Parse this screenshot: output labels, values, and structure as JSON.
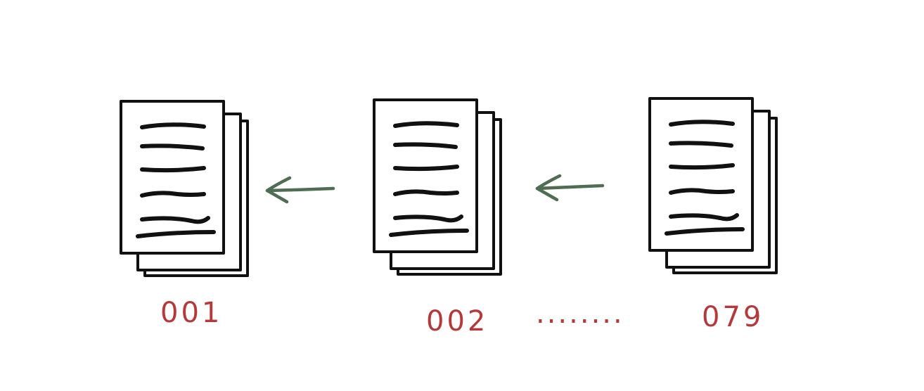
{
  "colors": {
    "ink": "#111111",
    "arrow": "#4e6d52",
    "label": "#b5393a",
    "background": "#ffffff"
  },
  "documents": [
    {
      "label": "001",
      "icon": "document-stack-icon"
    },
    {
      "label": "002",
      "icon": "document-stack-icon"
    },
    {
      "label": "079",
      "icon": "document-stack-icon"
    }
  ],
  "connectors": [
    {
      "from": "002",
      "to": "001",
      "icon": "arrow-left-icon"
    },
    {
      "from": "079",
      "to": "002",
      "icon": "arrow-left-icon"
    }
  ],
  "ellipsis": "........"
}
